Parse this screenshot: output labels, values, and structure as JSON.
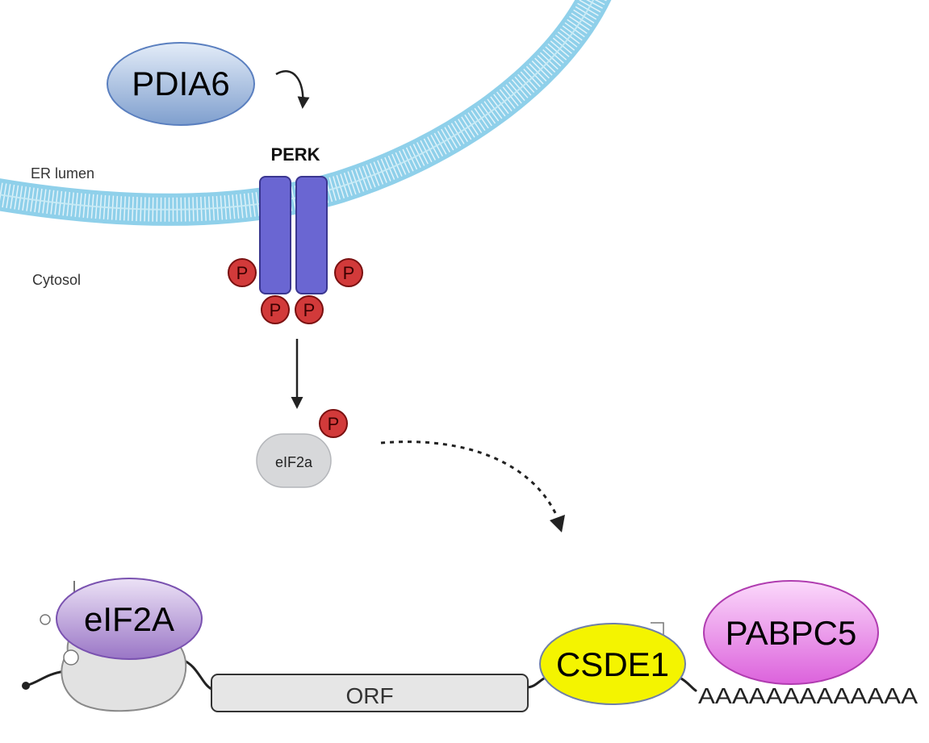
{
  "labels": {
    "er_lumen": "ER lumen",
    "cytosol": "Cytosol",
    "perk": "PERK",
    "eif2a_small": "eIF2a",
    "orf": "ORF",
    "poly_a": "AAAAAAAAAAAAA"
  },
  "proteins": {
    "pdia6": "PDIA6",
    "eif2a_big": "eIF2A",
    "csde1": "CSDE1",
    "pabpc5": "PABPC5"
  },
  "phospho_label": "P",
  "colors": {
    "membrane": "#8fd0ea",
    "perk_fill": "#6a66d2",
    "perk_stroke": "#3a3690",
    "phospho_fill": "#d23a3a",
    "phospho_stroke": "#7a1010",
    "pdia6_fill": "#9dbbe4",
    "eif2a_big_fill": "#b999dd",
    "csde1_fill": "#f4f400",
    "pabpc5_fill": "#ee88ee",
    "eif2a_small_fill": "#d7d8da",
    "ribosome_fill": "#e2e2e2",
    "orf_fill": "#e6e6e6"
  },
  "icons": {
    "phospho": "phospho-circle-icon",
    "ribosome": "ribosome-icon"
  }
}
